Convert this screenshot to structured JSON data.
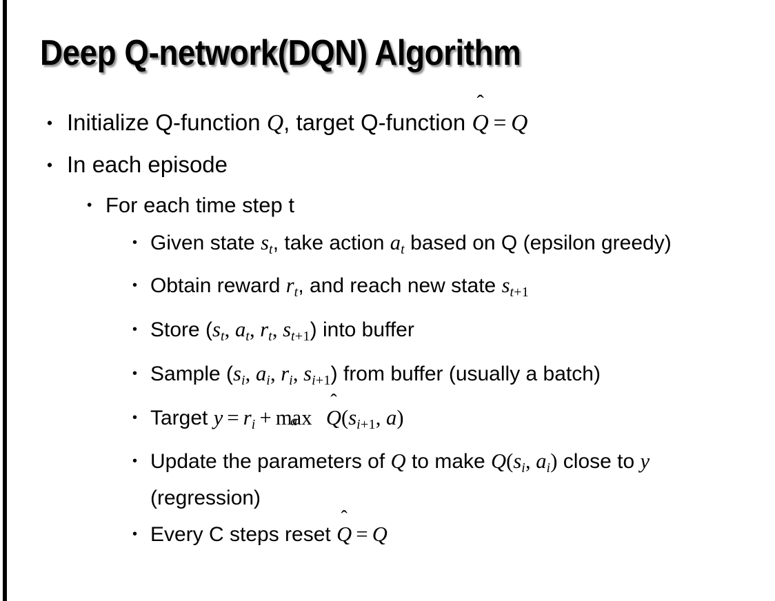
{
  "slide": {
    "title": "Deep Q-network(DQN) Algorithm",
    "background_color": "#ffffff",
    "text_color": "#000000",
    "edge_bar_color": "#000000",
    "bullet_glyph": "•"
  },
  "bullets": {
    "b1": {
      "level": 1,
      "text_plain": "Initialize Q-function Q, target Q-function Q̂ = Q",
      "parts": {
        "lead": "Initialize Q-function ",
        "var_q1": "Q",
        "mid": ", target Q-function ",
        "qhat_base": "Q",
        "qhat_accent": "̂",
        "equals": "=",
        "var_q2": "Q"
      }
    },
    "b2": {
      "level": 1,
      "text_plain": "In each episode"
    },
    "b3": {
      "level": 2,
      "text_plain": "For each time step t"
    },
    "b4": {
      "level": 3,
      "text_plain": "Given state s_t, take action a_t based on Q (epsilon greedy)",
      "parts": {
        "lead": "Given state ",
        "var_s": "s",
        "sub_s": "t",
        "mid": ", take action ",
        "var_a": "a",
        "sub_a": "t",
        "tail": " based on Q (epsilon greedy)"
      }
    },
    "b5": {
      "level": 3,
      "text_plain": "Obtain reward r_t, and reach new state s_t+1",
      "parts": {
        "lead": "Obtain reward ",
        "var_r": "r",
        "sub_r": "t",
        "mid": ", and reach new state ",
        "var_s": "s",
        "sub_s_t": "t",
        "sub_s_plus": "+",
        "sub_s_one": "1"
      }
    },
    "b6": {
      "level": 3,
      "text_plain": "Store (s_t, a_t, r_t, s_t+1) into buffer",
      "parts": {
        "lead": "Store (",
        "var_s1": "s",
        "sub_1": "t",
        "sep1": ", ",
        "var_a": "a",
        "sub_2": "t",
        "sep2": ", ",
        "var_r": "r",
        "sub_3": "t",
        "sep3": ", ",
        "var_s2": "s",
        "sub_4_t": "t",
        "sub_4_plus": "+",
        "sub_4_one": "1",
        "tail": ") into buffer"
      }
    },
    "b7": {
      "level": 3,
      "text_plain": "Sample (s_i, a_i, r_i, s_i+1) from buffer (usually a batch)",
      "parts": {
        "lead": "Sample (",
        "var_s1": "s",
        "sub_1": "i",
        "sep1": ", ",
        "var_a": "a",
        "sub_2": "i",
        "sep2": ", ",
        "var_r": "r",
        "sub_3": "i",
        "sep3": ", ",
        "var_s2": "s",
        "sub_4_i": "i",
        "sub_4_plus": "+",
        "sub_4_one": "1",
        "tail": ") from buffer (usually a batch)"
      }
    },
    "b8": {
      "level": 3,
      "text_plain": "Target y = r_i + max_a Q̂(s_i+1, a)",
      "parts": {
        "lead": "Target ",
        "var_y": "y",
        "equals": "=",
        "var_r": "r",
        "sub_r": "i",
        "plus": "+",
        "max_label": "max",
        "max_limit": "a",
        "qhat_base": "Q",
        "qhat_accent": "̂",
        "paren_open": "(",
        "var_s": "s",
        "sub_s_i": "i",
        "sub_s_plus": "+",
        "sub_s_one": "1",
        "comma": ", ",
        "var_a": "a",
        "paren_close": ")"
      }
    },
    "b9": {
      "level": 3,
      "text_plain": "Update the parameters of Q to make Q(s_i, a_i) close to y (regression)",
      "parts": {
        "lead": "Update the parameters of ",
        "var_q1": "Q",
        "mid1": " to make ",
        "var_q2": "Q",
        "paren_open": "(",
        "var_s": "s",
        "sub_s": "i",
        "comma": ", ",
        "var_a": "a",
        "sub_a": "i",
        "paren_close": ")",
        "mid2": " close to ",
        "var_y": "y",
        "tail": " (regression)"
      }
    },
    "b10": {
      "level": 3,
      "text_plain": "Every C steps reset Q̂ = Q",
      "parts": {
        "lead": "Every C steps reset ",
        "qhat_base": "Q",
        "qhat_accent": "̂",
        "equals": "=",
        "var_q": "Q"
      }
    }
  }
}
